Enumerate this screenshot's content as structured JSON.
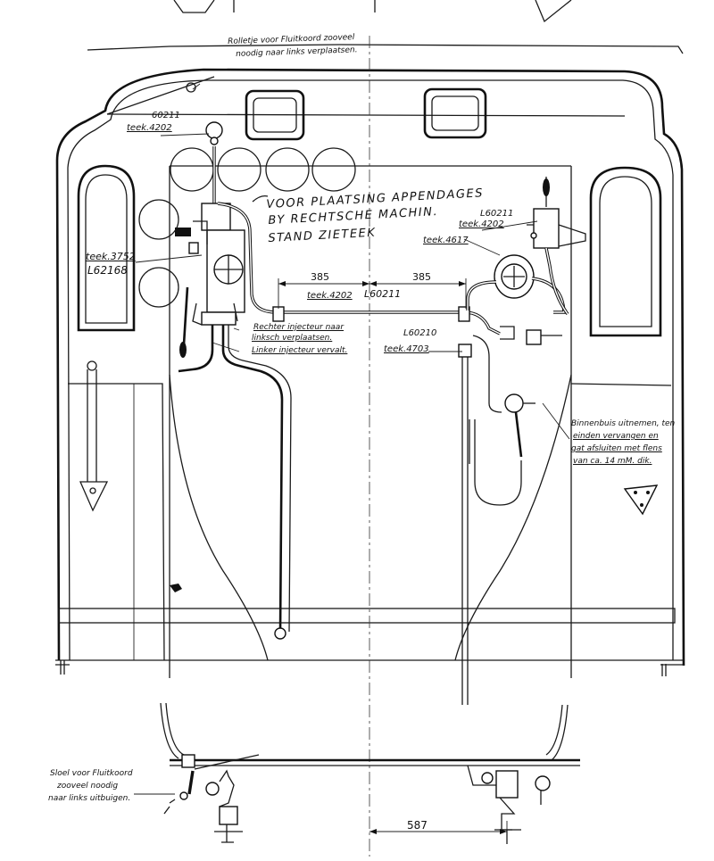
{
  "notes": {
    "rolletje_1": "Rolletje voor Fluitkoord zooveel",
    "rolletje_2": "noodig naar links verplaatsen.",
    "ref_60211_top": "60211",
    "ref_teek4202_top": "teek.4202",
    "title_1": "VOOR PLAATSING APPENDAGES",
    "title_2": "BY RECHTSCHE MACHIN.",
    "title_3": "STAND ZIETEEK",
    "ref_teek3752": "teek.3752",
    "ref_L62168": "L62168",
    "ref_L60211_right": "L60211",
    "ref_teek4202_right": "teek.4202",
    "ref_teek4617": "teek.4617",
    "ref_teek4202_mid": "teek.4202",
    "ref_L60211_mid": "L60211",
    "rechter_1": "Rechter injecteur naar",
    "rechter_2": "linksch verplaatsen.",
    "linker": "Linker injecteur vervalt.",
    "ref_L60210": "L60210",
    "ref_teek4703": "teek.4703",
    "binnen_1": "Binnenbuis uitnemen, ten",
    "binnen_2": "einden vervangen en",
    "binnen_3": "gat afsluiten met flens",
    "binnen_4": "van ca. 14 mM. dik.",
    "sloel_1": "Sloel voor Fluitkoord",
    "sloel_2": "zooveel noodig",
    "sloel_3": "naar links uitbuigen."
  },
  "dimensions": {
    "left_385": "385",
    "right_385": "385",
    "bottom_587": "587"
  }
}
